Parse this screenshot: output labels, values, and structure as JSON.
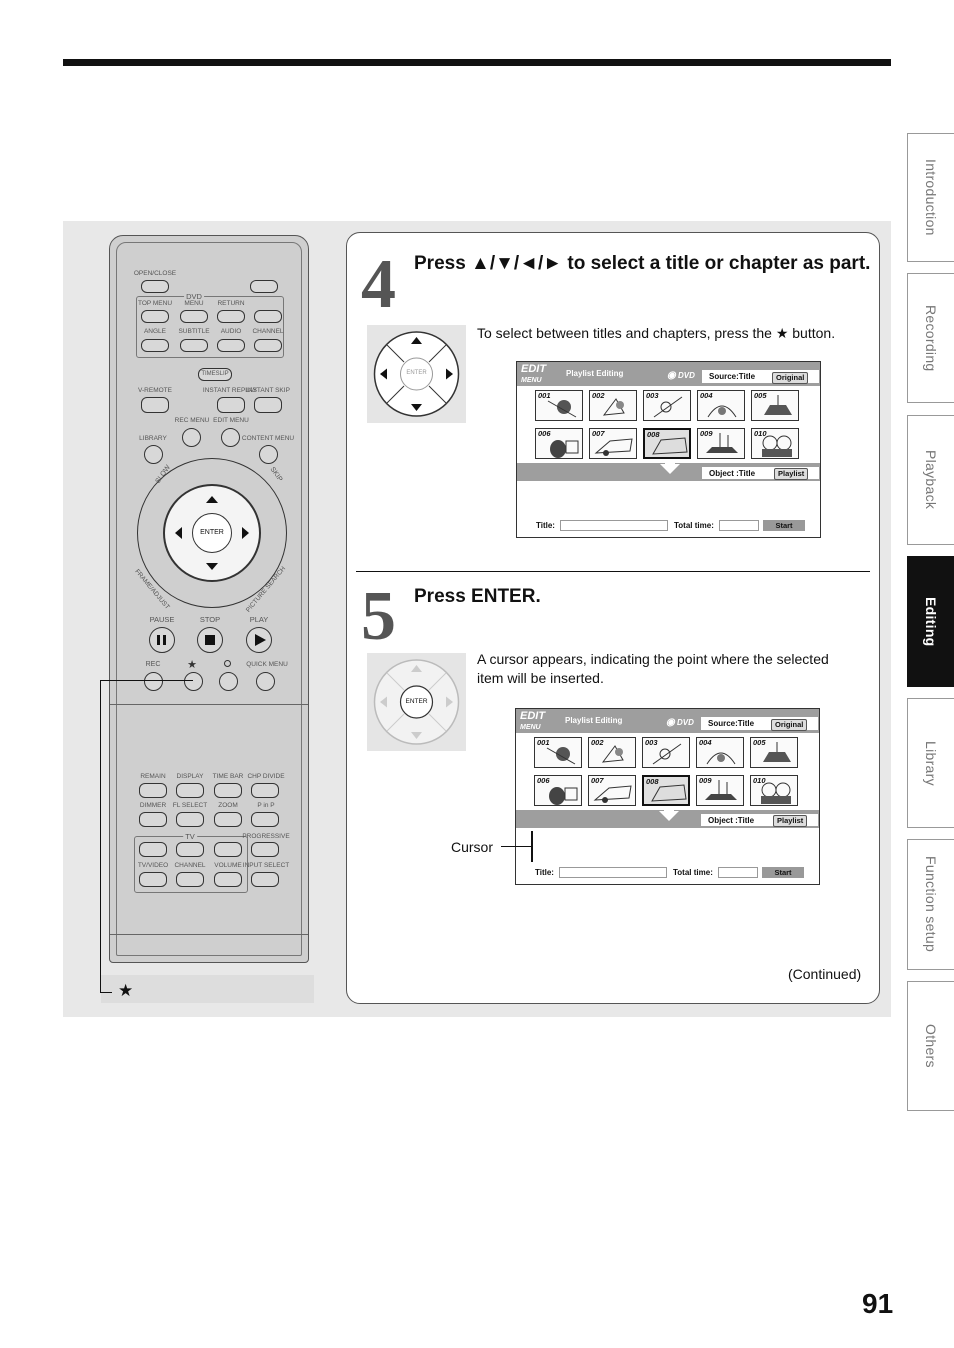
{
  "side_tabs": [
    {
      "label": "Introduction",
      "active": false
    },
    {
      "label": "Recording",
      "active": false
    },
    {
      "label": "Playback",
      "active": false
    },
    {
      "label": "Editing",
      "active": true
    },
    {
      "label": "Library",
      "active": false
    },
    {
      "label": "Function setup",
      "active": false
    },
    {
      "label": "Others",
      "active": false
    }
  ],
  "page_number": "91",
  "remote": {
    "labels": {
      "open_close": "OPEN/CLOSE",
      "dvd": "DVD",
      "top_menu": "TOP MENU",
      "menu": "MENU",
      "return": "RETURN",
      "angle": "ANGLE",
      "subtitle": "SUBTITLE",
      "audio": "AUDIO",
      "channel": "CHANNEL",
      "timeslip": "TIMESLIP",
      "v_remote": "V-REMOTE",
      "instant_replay": "INSTANT REPLAY",
      "instant_skip": "INSTANT SKIP",
      "rec_menu": "REC MENU",
      "edit_menu": "EDIT MENU",
      "library": "LIBRARY",
      "content_menu": "CONTENT MENU",
      "slow": "SLOW",
      "skip": "SKIP",
      "enter": "ENTER",
      "frame_adjust": "FRAME/ADJUST",
      "picture_search": "PICTURE SEARCH",
      "pause": "PAUSE",
      "stop": "STOP",
      "play": "PLAY",
      "rec": "REC",
      "star": "★",
      "quick_menu": "QUICK MENU",
      "remain": "REMAIN",
      "display": "DISPLAY",
      "time_bar": "TIME BAR",
      "chp_divide": "CHP DIVIDE",
      "dimmer": "DIMMER",
      "fl_select": "FL SELECT",
      "zoom": "ZOOM",
      "p_in_p": "P in P",
      "tv": "TV",
      "progressive": "PROGRESSIVE",
      "tv_video": "TV/VIDEO",
      "channel2": "CHANNEL",
      "volume": "VOLUME",
      "input_select": "INPUT SELECT"
    },
    "callout_label": "★"
  },
  "step4": {
    "number": "4",
    "heading": "Press ▲/▼/◄/► to select a title or chapter as part.",
    "body": "To select between titles and chapters, press the ★ button."
  },
  "step5": {
    "number": "5",
    "heading": "Press ENTER.",
    "body": "A cursor appears, indicating the point where the selected item will be inserted."
  },
  "screen": {
    "edit_logo": "EDIT",
    "edit_logo_sub": "MENU",
    "title": "Playlist Editing",
    "dvd": "DVD",
    "source_label": "Source:Title",
    "source_button": "Original",
    "object_label": "Object :Title",
    "object_button": "Playlist",
    "title_label": "Title:",
    "total_time_label": "Total time:",
    "start_button": "Start",
    "thumbs": [
      "001",
      "002",
      "003",
      "004",
      "005",
      "006",
      "007",
      "008",
      "009",
      "010"
    ]
  },
  "pad_enter": "ENTER",
  "cursor_label": "Cursor",
  "continued": "(Continued)"
}
